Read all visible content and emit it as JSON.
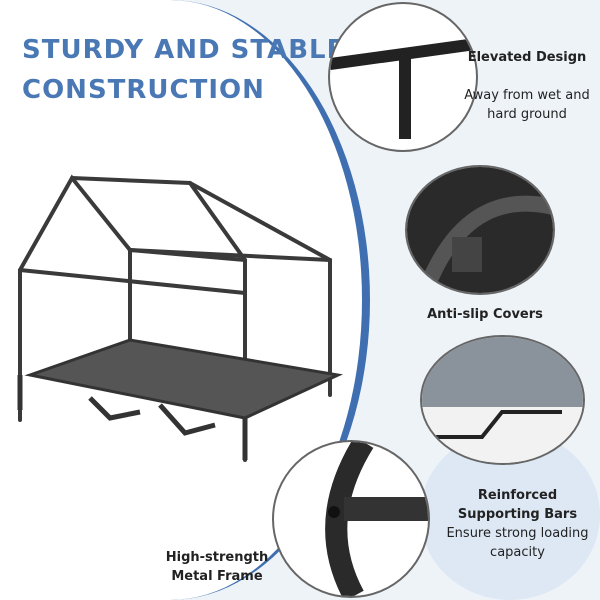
{
  "title": {
    "line1": "STURDY AND STABLE",
    "line2": "CONSTRUCTION",
    "color": "#4a78b4"
  },
  "features": [
    {
      "heading": "Elevated Design",
      "detail": "Away from wet and hard ground"
    },
    {
      "heading": "Anti-slip Covers",
      "detail": ""
    },
    {
      "heading": "Reinforced Supporting Bars",
      "detail": "Ensure strong loading capacity"
    },
    {
      "heading": "High-strength Metal Frame",
      "detail": ""
    }
  ],
  "accent_color": "#3f6fb0"
}
